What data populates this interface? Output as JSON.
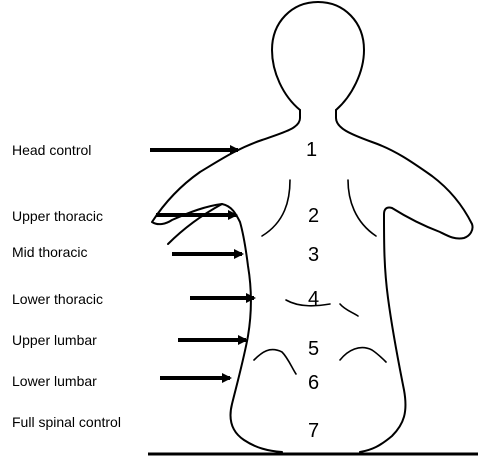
{
  "labels": {
    "head_control": "Head control",
    "upper_thoracic": "Upper thoracic",
    "mid_thoracic": "Mid thoracic",
    "lower_thoracic": "Lower thoracic",
    "upper_lumbar": "Upper lumbar",
    "lower_lumbar": "Lower lumbar",
    "full_spinal_control": "Full spinal control"
  },
  "levels": [
    "1",
    "2",
    "3",
    "4",
    "5",
    "6",
    "7"
  ]
}
